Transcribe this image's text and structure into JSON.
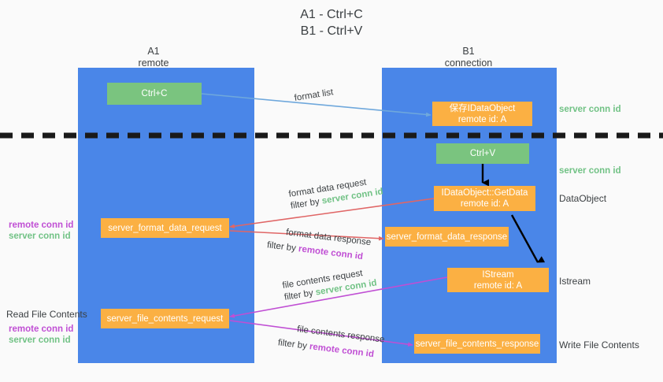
{
  "title": {
    "line1": "A1 - Ctrl+C",
    "line2": "B1 - Ctrl+V"
  },
  "columns": [
    {
      "name": "A1",
      "sub": "remote"
    },
    {
      "name": "B1",
      "sub": "connection"
    }
  ],
  "colors": {
    "lane": "#4a86e8",
    "green_box": "#7ac47f",
    "orange_box": "#fbb043",
    "server_conn": "#71c285",
    "remote_conn": "#c04fd4",
    "arrow_blue": "#6fa8dc",
    "arrow_red": "#e06666",
    "arrow_magenta": "#c04fd4",
    "arrow_black": "#000000",
    "background": "#fafafa"
  },
  "nodes": {
    "ctrl_c": {
      "line1": "Ctrl+C",
      "line2": ""
    },
    "ctrl_v": {
      "line1": "Ctrl+V",
      "line2": ""
    },
    "save_idataobject": {
      "line1": "保存IDataObject",
      "line2": "remote id: A"
    },
    "getdata": {
      "line1": "IDataObject::GetData",
      "line2": "remote id: A"
    },
    "istream": {
      "line1": "IStream",
      "line2": "remote id: A"
    },
    "server_format_data_request": {
      "line1": "server_format_data_request",
      "line2": ""
    },
    "server_format_data_response": {
      "line1": "server_format_data_response",
      "line2": ""
    },
    "server_file_contents_request": {
      "line1": "server_file_contents_request",
      "line2": ""
    },
    "server_file_contents_response": {
      "line1": "server_file_contents_response",
      "line2": ""
    }
  },
  "edges": {
    "format_list": "format list",
    "format_data_request": {
      "line1": "format data request",
      "prefix": "filter by ",
      "conn": "server conn id"
    },
    "format_data_response": {
      "line1": "format data response",
      "prefix": "filter by ",
      "conn": "remote conn id"
    },
    "file_contents_request": {
      "line1": "file contents request",
      "prefix": "filter by ",
      "conn": "server conn id"
    },
    "file_contents_response": {
      "line1": "file contents response",
      "prefix": "filter by ",
      "conn": "remote conn id"
    }
  },
  "annotations": {
    "right_server_conn_top": "server conn id",
    "right_server_conn_mid": "server conn id",
    "right_dataobject": "DataObject",
    "right_istream": "Istream",
    "right_write_file_contents": "Write File Contents",
    "left_remote_conn_1": "remote conn id",
    "left_server_conn_1": "server conn id",
    "left_read_file_contents": "Read File Contents",
    "left_remote_conn_2": "remote conn id",
    "left_server_conn_2": "server conn id"
  }
}
